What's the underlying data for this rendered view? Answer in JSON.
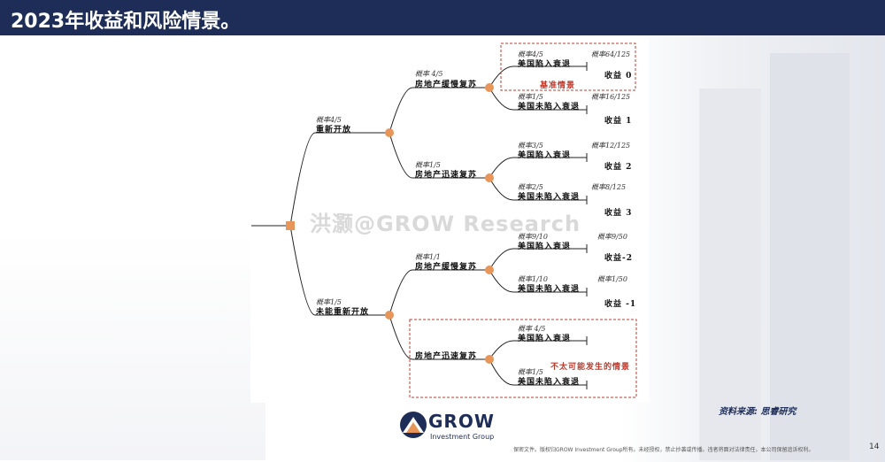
{
  "title": "2023年收益和风险情景。",
  "watermark": "洪灏@GROW Research",
  "tree": {
    "level1": [
      {
        "prob": "概率4/5",
        "label": "重新开放"
      },
      {
        "prob": "概率1/5",
        "label": "未能重新开放"
      }
    ],
    "level2": [
      {
        "prob": "概率 4/5",
        "label": "房地产缓慢复苏"
      },
      {
        "prob": "概率1/5",
        "label": "房地产迅速复苏"
      },
      {
        "prob": "概率1/1",
        "label": "房地产缓慢复苏"
      },
      {
        "prob": "",
        "label": "房地产迅速复苏"
      }
    ],
    "level3": [
      {
        "prob": "概率4/5",
        "label": "美国陷入衰退",
        "joint": "概率64/125",
        "return": "收益 0"
      },
      {
        "prob": "概率1/5",
        "label": "美国未陷入衰退",
        "joint": "概率16/125",
        "return": "收益 1"
      },
      {
        "prob": "概率3/5",
        "label": "美国陷入衰退",
        "joint": "概率12/125",
        "return": "收益 2"
      },
      {
        "prob": "概率2/5",
        "label": "美国未陷入衰退",
        "joint": "概率8/125",
        "return": "收益 3"
      },
      {
        "prob": "概率9/10",
        "label": "美国陷入衰退",
        "joint": "概率9/50",
        "return": "收益-2"
      },
      {
        "prob": "概率1/10",
        "label": "美国未陷入衰退",
        "joint": "概率1/50",
        "return": "收益 -1"
      },
      {
        "prob": "概率 4/5",
        "label": "美国陷入衰退",
        "joint": "",
        "return": ""
      },
      {
        "prob": "概率1/5",
        "label": "美国未陷入衰退",
        "joint": "",
        "return": ""
      }
    ],
    "base_case": "基准情景",
    "unlikely_case": "不太可能发生的情景"
  },
  "source": "资料来源: 思睿研究",
  "logo": {
    "word": "GROW",
    "sub": "Investment Group"
  },
  "footer_note": "保密文件。版权归GROW Investment Group所有。未经授权，禁止抄袭或传播。违者将面对法律责任，本公司保留追诉权利。",
  "page_number": "14",
  "colors": {
    "header": "#1e2d57",
    "node": "#e8955a",
    "dashed_box": "#c0392b",
    "line": "#222222"
  }
}
